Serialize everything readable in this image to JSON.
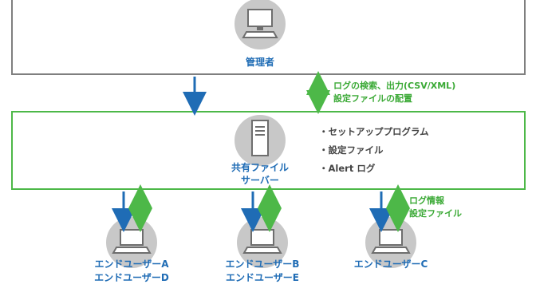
{
  "admin": {
    "label": "管理者"
  },
  "admin_link": {
    "lines": [
      "ログの検索、出力(CSV/XML)",
      "設定ファイルの配置"
    ]
  },
  "server": {
    "label_lines": [
      "共有ファイル",
      "サーバー"
    ],
    "bullets": [
      "・セットアッププログラム",
      "・設定ファイル",
      "・Alert ログ"
    ]
  },
  "client_link": {
    "lines": [
      "ログ情報",
      "設定ファイル"
    ]
  },
  "users": [
    {
      "lines": [
        "エンドユーザーA",
        "エンドユーザーD"
      ]
    },
    {
      "lines": [
        "エンドユーザーB",
        "エンドユーザーE"
      ]
    },
    {
      "lines": [
        "エンドユーザーC"
      ]
    }
  ],
  "colors": {
    "blue": "#1f6cb5",
    "green": "#4db848",
    "gray_icon": "#c8c8c8",
    "border_gray": "#7f7f7f"
  },
  "icons": [
    "desktop-computer-icon",
    "server-tower-icon",
    "laptop-icon"
  ]
}
